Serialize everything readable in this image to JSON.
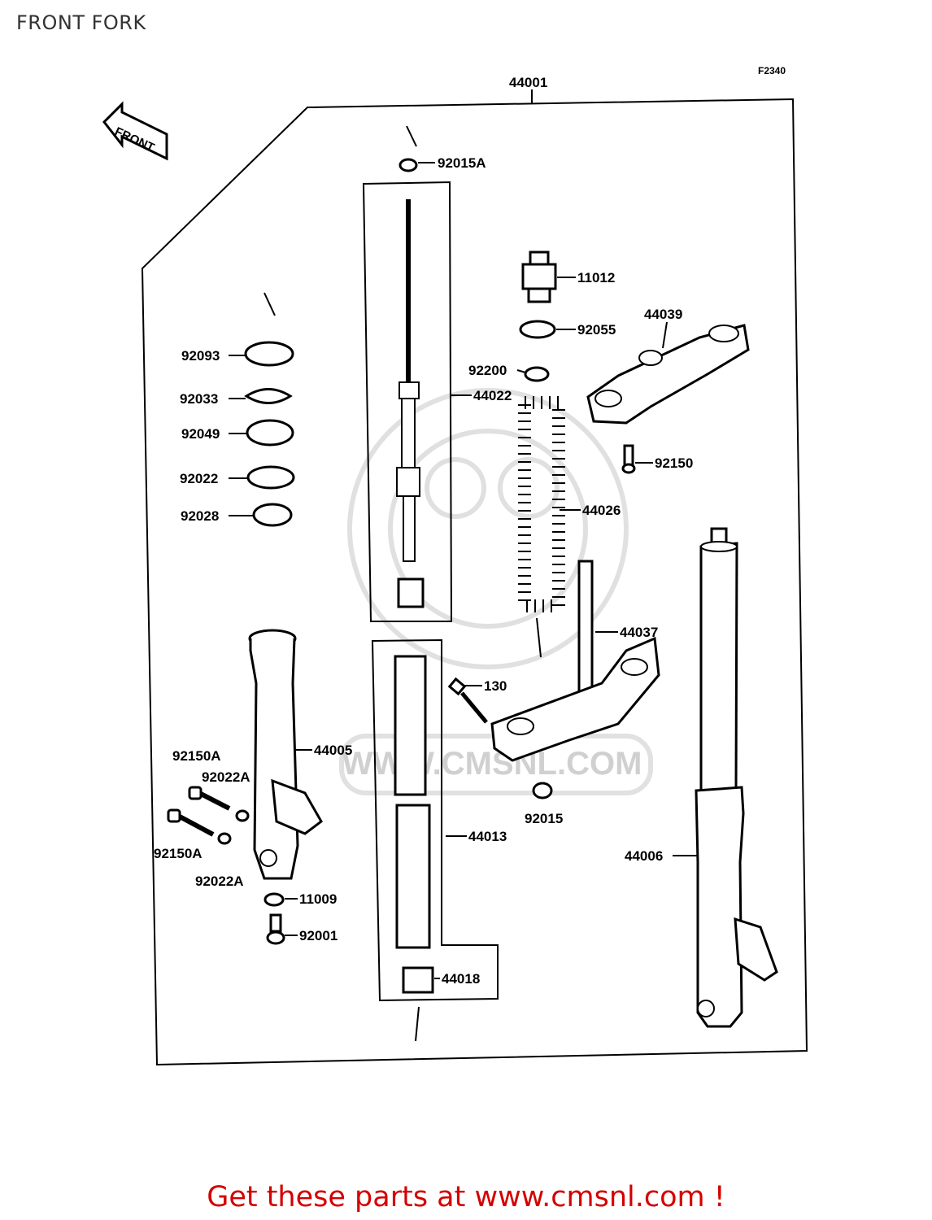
{
  "page": {
    "title": "FRONT FORK",
    "figure_code": "F2340"
  },
  "front_arrow": {
    "label": "FRONT"
  },
  "watermark": {
    "text": "WWW.CMSNL.COM"
  },
  "parts": {
    "p44001": "44001",
    "p92015A": "92015A",
    "p11012": "11012",
    "p92055": "92055",
    "p44039": "44039",
    "p92093": "92093",
    "p92033": "92033",
    "p92049": "92049",
    "p92022": "92022",
    "p92028": "92028",
    "p92200": "92200",
    "p44022": "44022",
    "p92150": "92150",
    "p44026": "44026",
    "p44037": "44037",
    "p130": "130",
    "p44005": "44005",
    "p92150A_top": "92150A",
    "p92022A_top": "92022A",
    "p92150A_bot": "92150A",
    "p92022A_bot": "92022A",
    "p11009": "11009",
    "p92001": "92001",
    "p44013": "44013",
    "p44018": "44018",
    "p92015": "92015",
    "p44006": "44006"
  },
  "footer": {
    "text": "Get these parts at www.cmsnl.com !"
  }
}
